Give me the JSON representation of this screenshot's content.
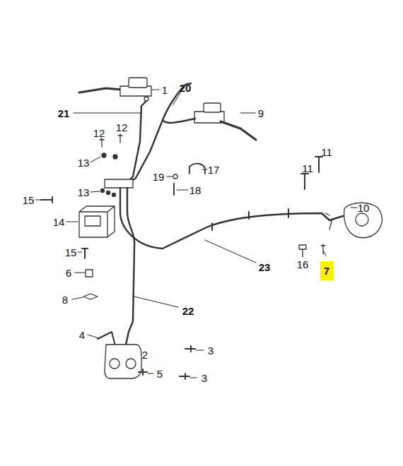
{
  "diagram": {
    "nodes": [
      {
        "text": [
          "7"
        ]
      }
    ],
    "labels": [
      "1",
      "20",
      "21",
      "9",
      "12",
      "12",
      "13",
      "11",
      "11",
      "19",
      "17",
      "13",
      "18",
      "15",
      "10",
      "14",
      "15",
      "23",
      "16",
      "6",
      "8",
      "22",
      "4",
      "2",
      "3",
      "5",
      "3"
    ]
  }
}
